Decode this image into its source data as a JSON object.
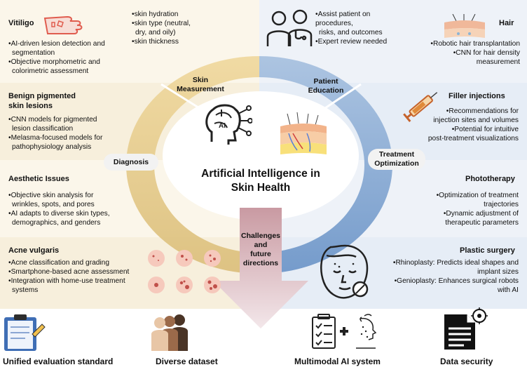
{
  "center": {
    "title_line1": "Artificial Intelligence in",
    "title_line2": "Skin Health",
    "ai_label": "AI"
  },
  "segments": {
    "skin_measurement": {
      "line1": "Skin",
      "line2": "Measurement"
    },
    "diagnosis": "Diagnosis",
    "patient_education": {
      "line1": "Patient",
      "line2": "Education"
    },
    "treatment_optimization": {
      "line1": "Treatment",
      "line2": "Optimization"
    }
  },
  "left_panels": {
    "vitiligo": {
      "title": "Vitiligo",
      "bullets": [
        "•AI-driven lesion detection and",
        "segmentation",
        "•Objective morphometric and",
        "colorimetric assessment"
      ]
    },
    "skin_measurement": {
      "bullets": [
        "•skin hydration",
        "•skin type (neutral,",
        "dry, and oily)",
        "•skin thickness"
      ]
    },
    "benign": {
      "title_line1": "Benign pigmented",
      "title_line2": "skin lesions",
      "bullets": [
        "•CNN models for pigmented",
        "lesion classification",
        "•Melasma-focused models for",
        "pathophysiology analysis"
      ]
    },
    "aesthetic": {
      "title": "Aesthetic Issues",
      "bullets": [
        "•Objective skin analysis for",
        "wrinkles, spots, and pores",
        "•AI adapts to diverse skin types,",
        "demographics, and genders"
      ]
    },
    "acne": {
      "title": "Acne vulgaris",
      "bullets": [
        "•Acne classification and grading",
        "•Smartphone-based acne assessment",
        "•Integration with home-use treatment",
        "systems"
      ]
    }
  },
  "right_panels": {
    "education": {
      "bullets": [
        "•Assist patient on procedures,",
        "risks, and outcomes",
        "•Expert review needed"
      ]
    },
    "hair": {
      "title": "Hair",
      "bullets": [
        "•Robotic hair transplantation",
        "•CNN for hair density",
        "measurement"
      ]
    },
    "filler": {
      "title": "Filler injections",
      "bullets": [
        "•Recommendations for",
        "injection sites and volumes",
        "•Potential for intuitive",
        "post-treatment visualizations"
      ]
    },
    "phototherapy": {
      "title": "Phototherapy",
      "bullets": [
        "•Optimization of treatment",
        "trajectories",
        "•Dynamic adjustment of",
        "therapeutic parameters"
      ]
    },
    "plastic": {
      "title": "Plastic surgery",
      "bullets": [
        "•Rhinoplasty: Predicts ideal shapes and",
        "implant sizes",
        "•Genioplasty: Enhances surgical robots",
        "with AI"
      ]
    }
  },
  "arrow": {
    "line1": "Challenges",
    "line2": "and",
    "line3": "future",
    "line4": "directions"
  },
  "bottom": {
    "item1": "Unified evaluation standard",
    "item2": "Diverse dataset",
    "item3": "Multimodal AI system",
    "item4": "Data security"
  },
  "colors": {
    "gold": "#e2c27a",
    "blue": "#6f97c9",
    "arrow": "#b07a84"
  },
  "icons": [
    "vitiligo-hand-icon",
    "doctor-patient-icon",
    "hair-follicle-icon",
    "syringe-icon",
    "brain-ai-icon",
    "skin-layers-icon",
    "acne-dots-icon",
    "face-icon",
    "clipboard-icon",
    "people-icon",
    "multimodal-icon",
    "document-icon"
  ]
}
